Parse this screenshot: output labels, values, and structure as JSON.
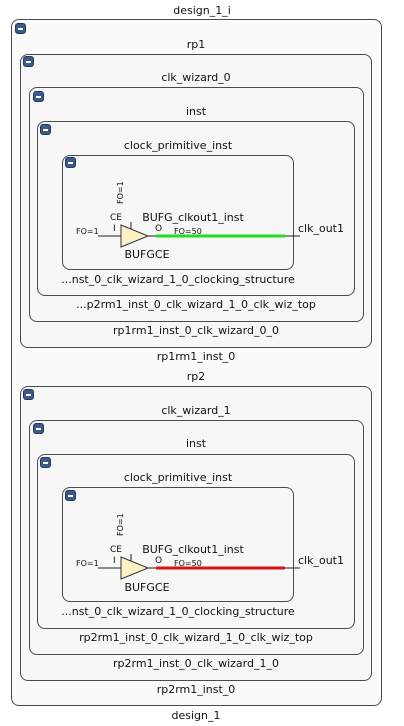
{
  "top_label": "design_1_i",
  "bottom_label": "design_1",
  "collapse_icon": "minus-icon",
  "wire_colors": {
    "rp1": "#22dd22",
    "rp2": "#dd1111"
  },
  "rp1": {
    "title": "rp1",
    "footer": "rp1rm1_inst_0",
    "wizard": {
      "title": "clk_wizard_0",
      "footer": "rp1rm1_inst_0_clk_wizard_0_0"
    },
    "inst": {
      "title": "inst",
      "footer": "...p2rm1_inst_0_clk_wizard_1_0_clk_wiz_top"
    },
    "clock_primitive": {
      "title": "clock_primitive_inst",
      "footer": "...nst_0_clk_wizard_1_0_clocking_structure"
    },
    "bufg": {
      "inst": "BUFG_clkout1_inst",
      "type": "BUFGCE",
      "ce": "CE",
      "i": "I",
      "o": "O",
      "fo_vert": "FO=1",
      "fo_in": "FO=1",
      "fo_out": "FO=50",
      "out_port": "clk_out1"
    }
  },
  "rp2": {
    "title": "rp2",
    "footer": "rp2rm1_inst_0",
    "wizard": {
      "title": "clk_wizard_1",
      "footer": "rp2rm1_inst_0_clk_wizard_1_0"
    },
    "inst": {
      "title": "inst",
      "footer": "rp2rm1_inst_0_clk_wizard_1_0_clk_wiz_top"
    },
    "clock_primitive": {
      "title": "clock_primitive_inst",
      "footer": "...nst_0_clk_wizard_1_0_clocking_structure"
    },
    "bufg": {
      "inst": "BUFG_clkout1_inst",
      "type": "BUFGCE",
      "ce": "CE",
      "i": "I",
      "o": "O",
      "fo_vert": "FO=1",
      "fo_in": "FO=1",
      "fo_out": "FO=50",
      "out_port": "clk_out1"
    }
  }
}
